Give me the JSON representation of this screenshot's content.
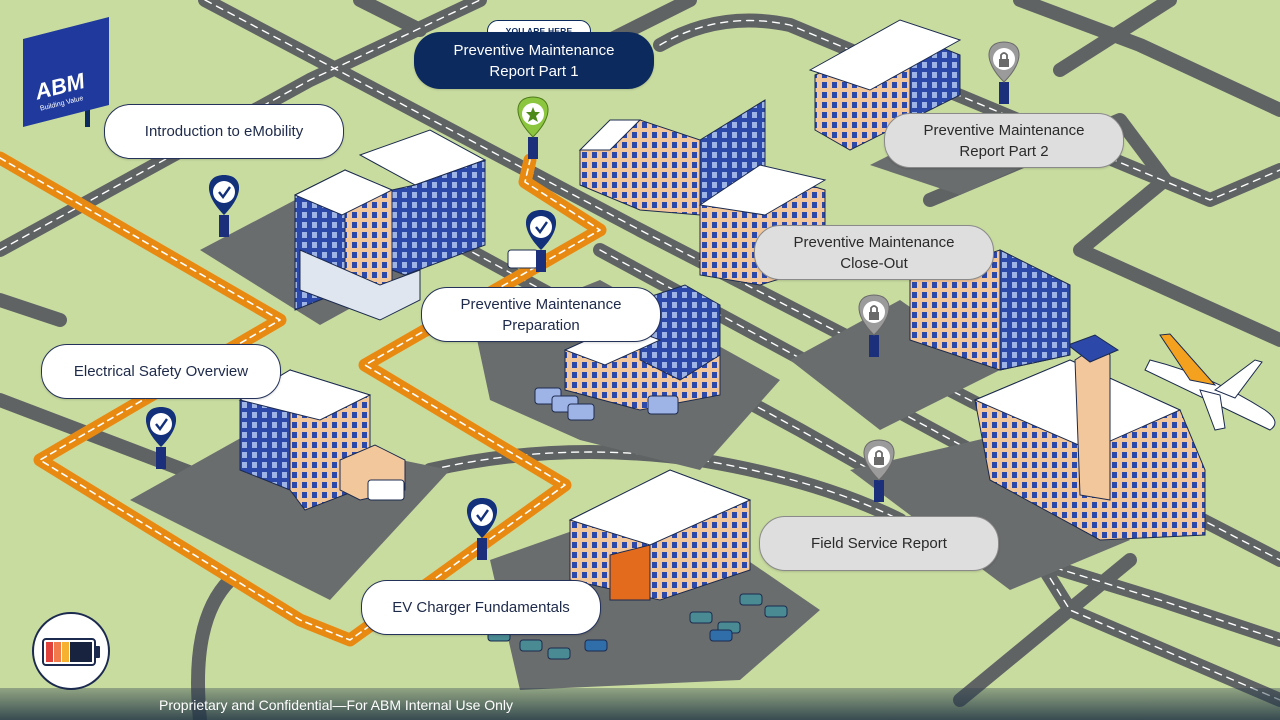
{
  "brand": {
    "logo_text": "ABM",
    "logo_tagline": "Building Value",
    "colors": {
      "navy": "#0c2a5e",
      "blue": "#2c48a8",
      "orange": "#f3a11e",
      "green": "#8cc63f",
      "grass": "#c9dca0",
      "road": "#5f6364",
      "locked": "#9b9b9b"
    }
  },
  "you_are_here": "YOU ARE HERE",
  "modules": [
    {
      "label": "Introduction to eMobility",
      "status": "completed",
      "icon": "check-icon"
    },
    {
      "label": "Electrical Safety Overview",
      "status": "completed",
      "icon": "check-icon"
    },
    {
      "label": "EV Charger Fundamentals",
      "status": "completed",
      "icon": "check-icon"
    },
    {
      "label": "Preventive Maintenance\nPreparation",
      "status": "completed",
      "icon": "check-icon"
    },
    {
      "label": "Preventive Maintenance\nReport Part 1",
      "status": "current",
      "icon": "star-icon"
    },
    {
      "label": "Preventive Maintenance\nReport Part 2",
      "status": "locked",
      "icon": "lock-icon"
    },
    {
      "label": "Preventive Maintenance\nClose-Out",
      "status": "locked",
      "icon": "lock-icon"
    },
    {
      "label": "Field Service Report",
      "status": "locked",
      "icon": "lock-icon"
    }
  ],
  "battery": {
    "icon": "battery-icon",
    "charge_fraction": 0.5
  },
  "footer": {
    "text": "Proprietary and Confidential—For ABM Internal Use Only"
  }
}
